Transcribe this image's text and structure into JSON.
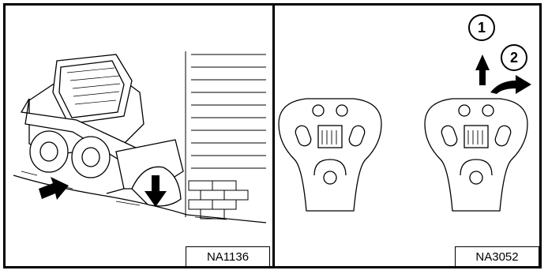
{
  "panels": [
    {
      "figure_id": "NA1136"
    },
    {
      "figure_id": "NA3052"
    }
  ],
  "callouts": [
    "1",
    "2"
  ],
  "icons": [
    "push-arrow-icon",
    "down-arrow-icon",
    "up-arrow-icon",
    "curved-arrow-right-icon"
  ],
  "colors": {
    "line": "#000000",
    "background": "#ffffff"
  }
}
